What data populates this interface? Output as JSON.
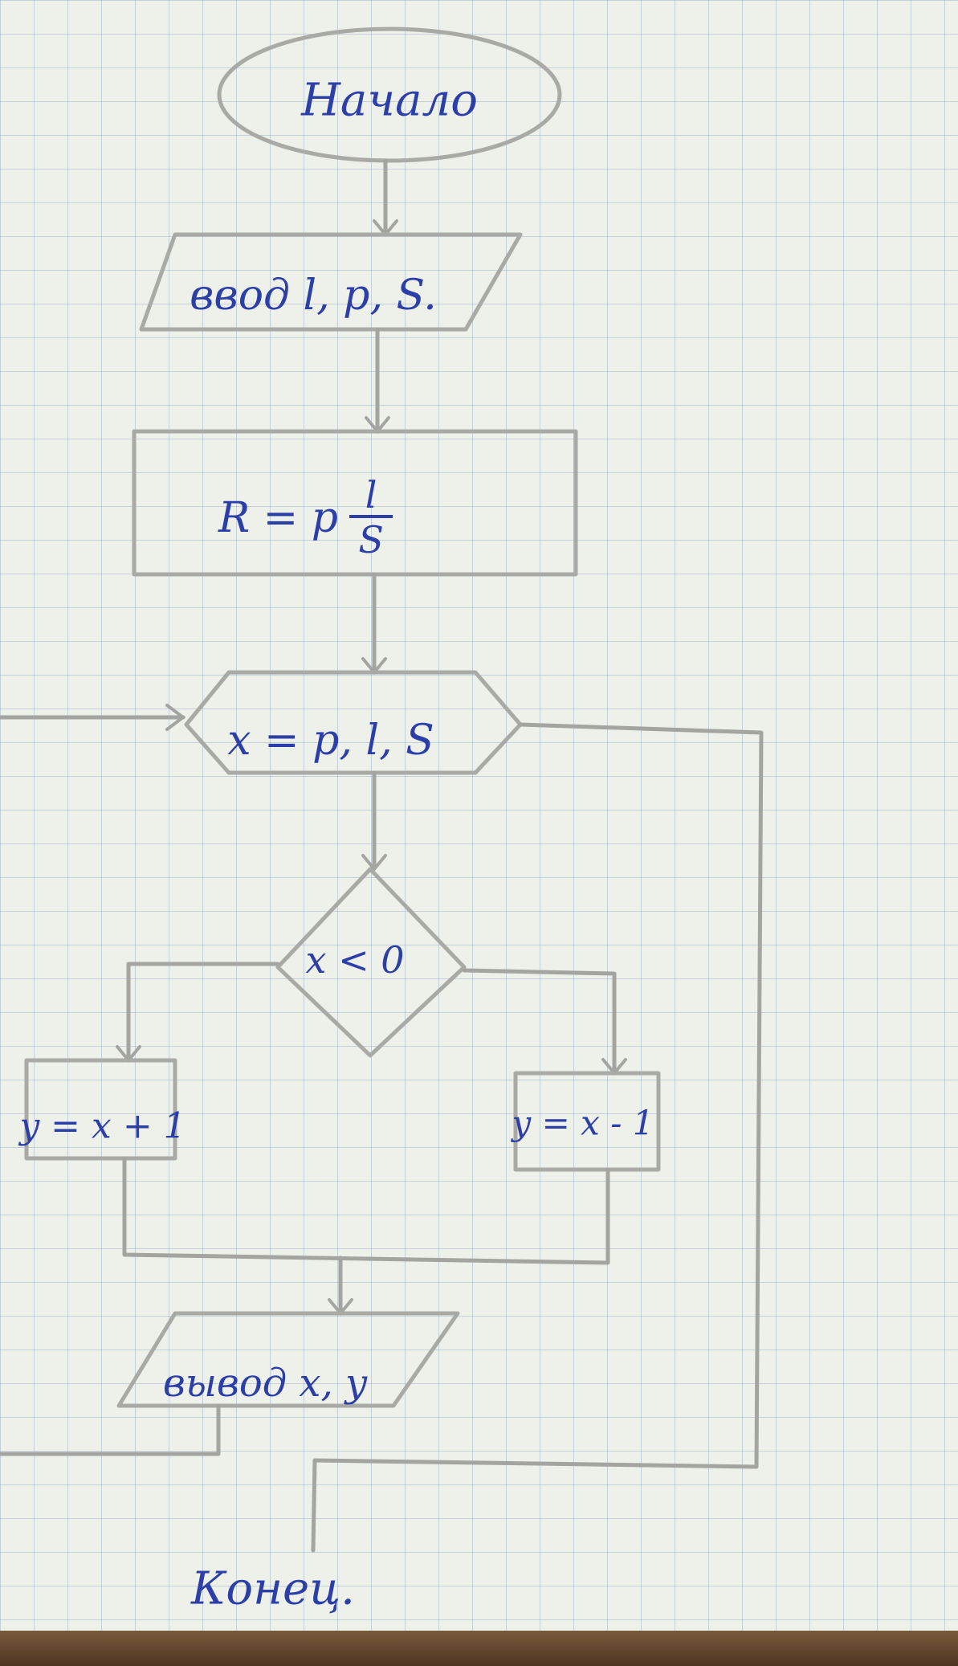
{
  "nodes": {
    "start": "Начало",
    "input": "ввод l, p, S.",
    "formula_lhs": "R = p",
    "formula_num": "l",
    "formula_den": "S",
    "loop": "x = p, l, S",
    "condition": "x < 0",
    "left_branch": "y = x + 1",
    "right_branch": "y = x - 1",
    "output": "вывод x, y",
    "end": "Конец."
  },
  "colors": {
    "ink": "#2c3ea8",
    "pencil": "#a4a4a0",
    "grid": "#9ab2cf"
  }
}
